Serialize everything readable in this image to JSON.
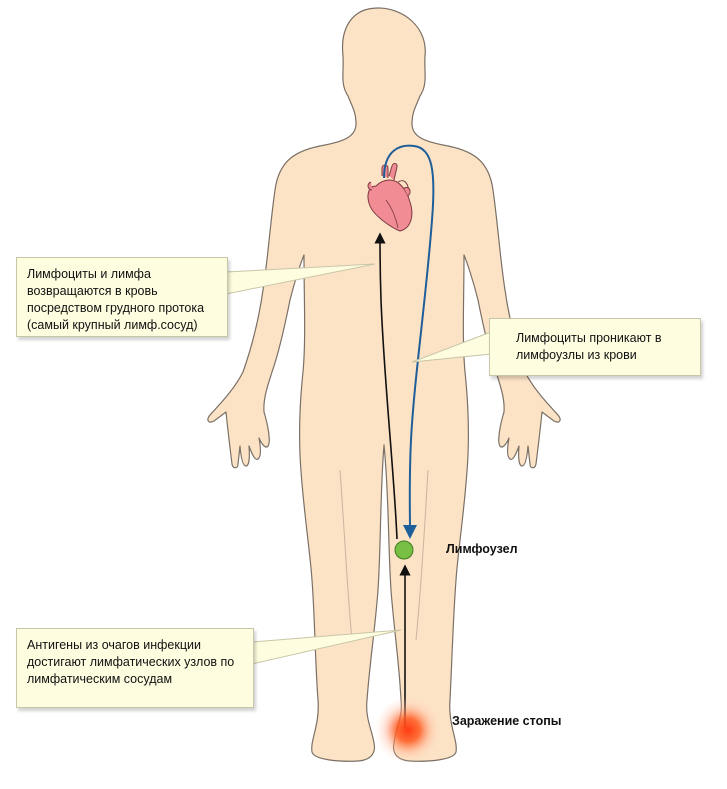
{
  "callouts": {
    "thoracic_duct": {
      "lines": [
        "Лимфоциты и лимфа",
        "возвращаются в кровь",
        "посредством грудного протока",
        "(самый крупный лимф.сосуд)"
      ]
    },
    "nodes_from_blood": {
      "lines": [
        "Лимфоциты проникают в",
        "лимфоузлы из крови"
      ]
    },
    "antigens": {
      "lines": [
        "Антигены из очагов инфекции",
        "достигают лимфатических узлов по",
        "лимфатическим сосудам"
      ]
    }
  },
  "labels": {
    "lymph_node": "Лимфоузел",
    "foot_infection": "Заражение стопы"
  },
  "colors": {
    "skin": "#fde3c6",
    "skin_outline": "#7a7066",
    "callout_bg": "#fefde0",
    "heart": "#f08a92",
    "blood_vessel": "#1f5f99",
    "lymph_node": "#77c043",
    "infection": "#ff4a1c",
    "lymph_arrow": "#111111"
  }
}
